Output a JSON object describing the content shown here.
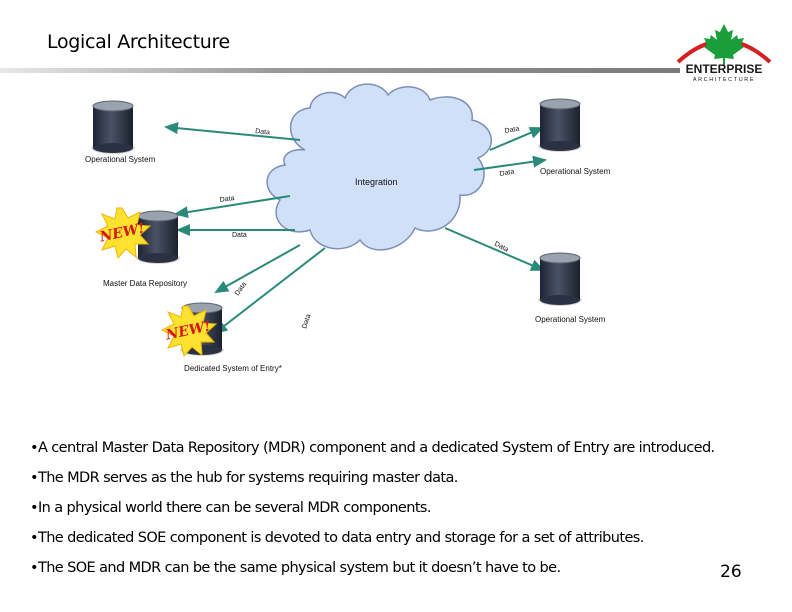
{
  "slide": {
    "title": "Logical Architecture",
    "page_number": "26"
  },
  "logo": {
    "name": "ENTERPRISE",
    "subtitle": "ARCHITECTURE",
    "colors": {
      "leaf": "#1a9e3a",
      "arc": "#d42020",
      "text": "#1a1a1a"
    }
  },
  "diagram": {
    "cloud_label": "Integration",
    "edge_label": "Data",
    "nodes": {
      "op_top_left": "Operational System",
      "op_top_right": "Operational System",
      "op_bottom_right": "Operational System",
      "mdr": "Master Data Repository",
      "soe": "Dedicated System of Entry*"
    },
    "badge": "NEW!",
    "colors": {
      "arrow": "#2a8a7a",
      "cloud_fill": "#cfe0f7",
      "cloud_stroke": "#7e8eb8",
      "db_top": "#8f98a6",
      "db_body": "#2c3446"
    }
  },
  "bullets": [
    "•A central Master Data Repository (MDR) component and a dedicated System of Entry are introduced.",
    "•The MDR serves as the hub for systems requiring master data.",
    "•In a physical world there can be several MDR components.",
    "•The dedicated SOE component is devoted to data entry and storage for a set of attributes.",
    "•The SOE and MDR can be the same physical system but it doesn’t have to be."
  ]
}
